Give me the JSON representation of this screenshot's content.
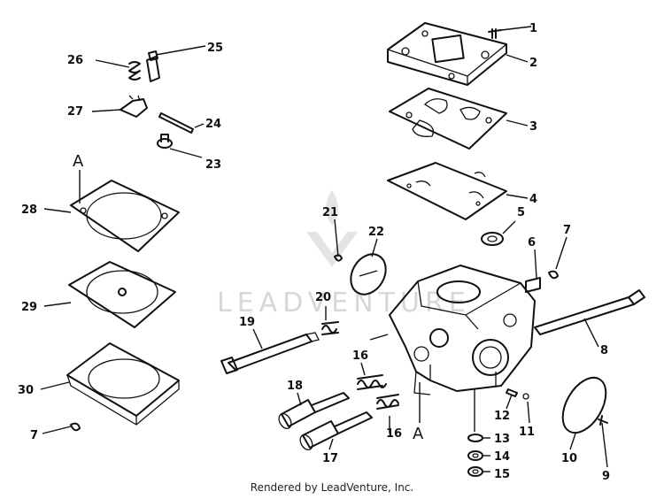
{
  "watermark": "LEADVENTURE",
  "credit": "Rendered by LeadVenture, Inc.",
  "callouts": {
    "c1": "1",
    "c2": "2",
    "c3": "3",
    "c4": "4",
    "c5": "5",
    "c6": "6",
    "c7a": "7",
    "c7b": "7",
    "c8": "8",
    "c9": "9",
    "c10": "10",
    "c11": "11",
    "c12": "12",
    "c13": "13",
    "c14": "14",
    "c15": "15",
    "c16a": "16",
    "c16b": "16",
    "c17": "17",
    "c18": "18",
    "c19": "19",
    "c20": "20",
    "c21": "21",
    "c22": "22",
    "c23": "23",
    "c24": "24",
    "c25": "25",
    "c26": "26",
    "c27": "27",
    "c28": "28",
    "c29": "29",
    "c30": "30",
    "refA1": "A",
    "refA2": "A"
  }
}
